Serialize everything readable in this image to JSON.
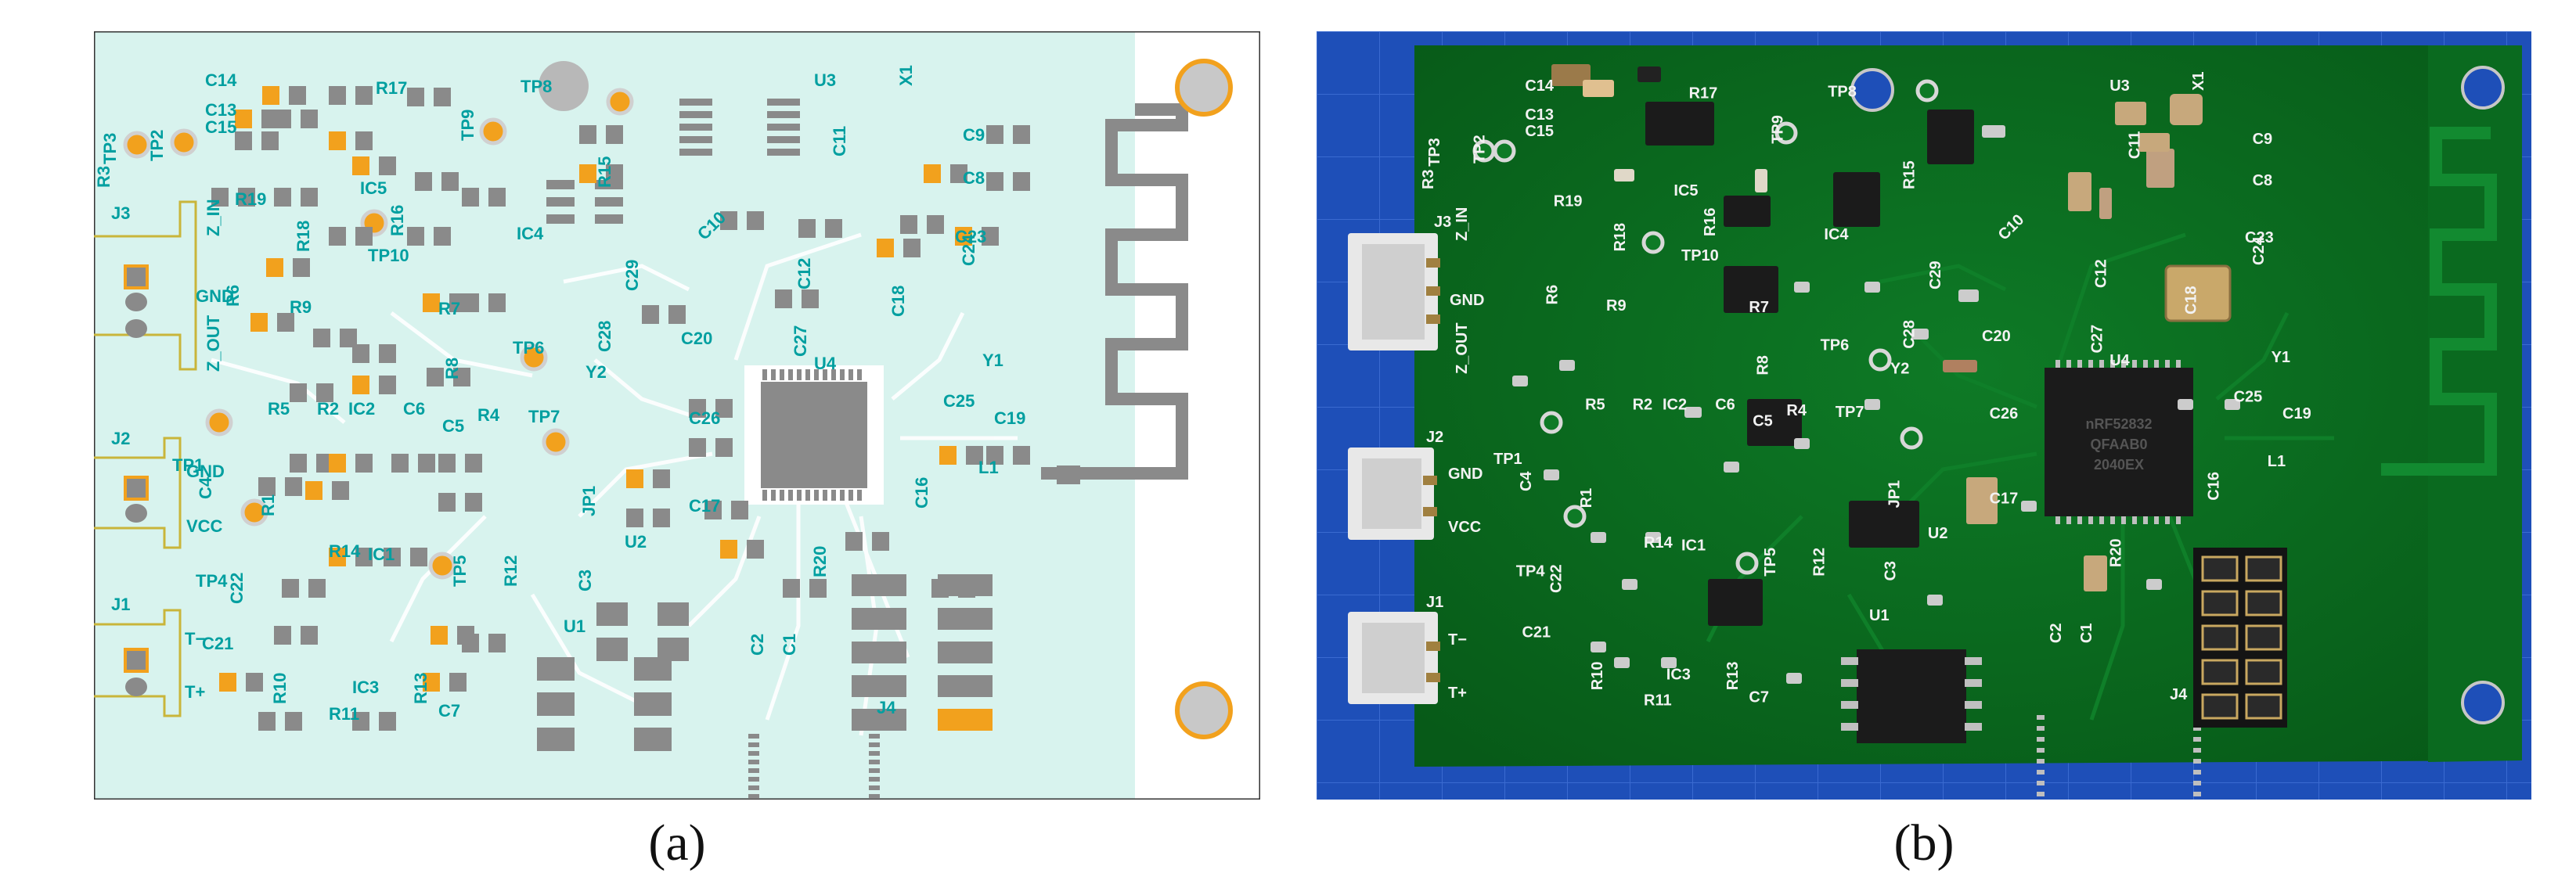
{
  "figure": {
    "caption_a": "(a)",
    "caption_b": "(b)"
  },
  "colors": {
    "layout_board": "#d8f3ee",
    "layout_silk": "#009fa0",
    "layout_pad": "#f2a11d",
    "layout_body": "#8a8a8a",
    "layout_outline": "#c9b53a",
    "photo_board": "#0b6b1e",
    "photo_silk": "#f2f2f2",
    "photo_background": "#1e4fb8"
  },
  "panel_a": {
    "description_name": "pcb-layout-render",
    "connectors": [
      {
        "ref": "J3",
        "pins": [
          "Z_IN",
          "GND",
          "Z_OUT"
        ]
      },
      {
        "ref": "J2",
        "pins": [
          "GND",
          "VCC"
        ]
      },
      {
        "ref": "J1",
        "pins": [
          "T−",
          "T+"
        ]
      }
    ],
    "labels": [
      "TP3",
      "TP2",
      "C14",
      "C13",
      "C15",
      "R17",
      "TP9",
      "TP8",
      "U3",
      "X1",
      "R3",
      "R19",
      "R18",
      "IC5",
      "R16",
      "TP10",
      "R15",
      "C11",
      "C9",
      "C8",
      "C10",
      "IC4",
      "C29",
      "C12",
      "C23",
      "C18",
      "C24",
      "R6",
      "R9",
      "R7",
      "C28",
      "Y2",
      "C20",
      "C27",
      "U4",
      "Y1",
      "R5",
      "R2",
      "IC2",
      "C6",
      "R8",
      "TP6",
      "C26",
      "C25",
      "C19",
      "TP1",
      "C4",
      "R1",
      "C5",
      "R4",
      "TP7",
      "JP1",
      "C17",
      "C16",
      "L1",
      "TP4",
      "R14",
      "IC1",
      "TP5",
      "U2",
      "R20",
      "C22",
      "C21",
      "R12",
      "C3",
      "U1",
      "C2",
      "C1",
      "R10",
      "R11",
      "IC3",
      "R13",
      "C7",
      "J4"
    ]
  },
  "panel_b": {
    "description_name": "pcb-photo",
    "connectors": [
      {
        "ref": "J3",
        "pins": [
          "Z_IN",
          "GND",
          "Z_OUT"
        ]
      },
      {
        "ref": "J2",
        "pins": [
          "GND",
          "VCC"
        ]
      },
      {
        "ref": "J1",
        "pins": [
          "T−",
          "T+"
        ]
      }
    ],
    "chip_markings": [
      "nRF52832",
      "QFAAB0",
      "2040EX"
    ],
    "labels": [
      "TP3",
      "TP2",
      "C14",
      "C13",
      "C15",
      "R17",
      "TP9",
      "TP8",
      "U3",
      "X1",
      "R3",
      "R19",
      "R18",
      "IC5",
      "R16",
      "TP10",
      "R15",
      "C11",
      "C9",
      "C8",
      "C10",
      "IC4",
      "C29",
      "C12",
      "C23",
      "C18",
      "C24",
      "R6",
      "R9",
      "R7",
      "C28",
      "Y2",
      "C20",
      "C27",
      "U4",
      "Y1",
      "R5",
      "R2",
      "IC2",
      "C6",
      "R8",
      "TP6",
      "C26",
      "C25",
      "C19",
      "TP1",
      "C4",
      "R1",
      "C5",
      "R4",
      "TP7",
      "JP1",
      "C17",
      "C16",
      "L1",
      "TP4",
      "R14",
      "IC1",
      "TP5",
      "U2",
      "R20",
      "C22",
      "C21",
      "R12",
      "C3",
      "U1",
      "C2",
      "C1",
      "R10",
      "R11",
      "IC3",
      "R13",
      "C7",
      "J4"
    ]
  }
}
